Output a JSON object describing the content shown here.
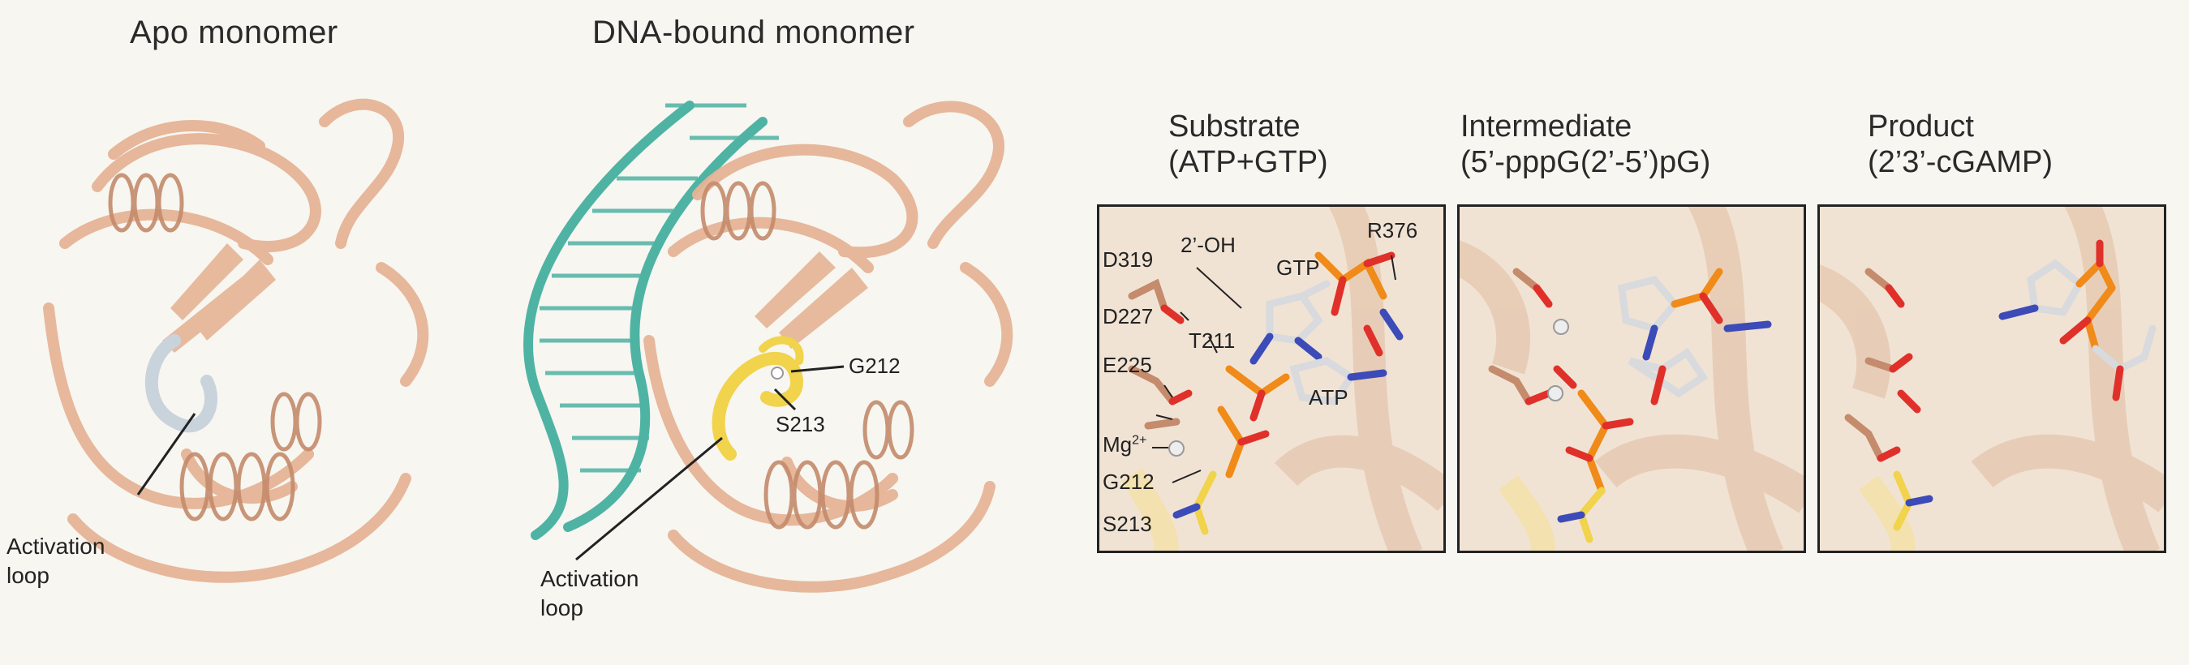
{
  "titles": {
    "apo": "Apo monomer",
    "dna_bound": "DNA-bound monomer"
  },
  "callouts": {
    "activation_loop_apo": "Activation\nloop",
    "activation_loop_dna": "Activation\nloop",
    "g212": "G212",
    "s213": "S213"
  },
  "panels": [
    {
      "title": "Substrate\n(ATP+GTP)"
    },
    {
      "title": "Intermediate\n(5’-pppG(2’-5’)pG)"
    },
    {
      "title": "Product\n(2’3’-cGAMP)"
    }
  ],
  "substrate_labels": {
    "d319": "D319",
    "oh": "2’-OH",
    "gtp": "GTP",
    "r376": "R376",
    "d227": "D227",
    "t211": "T211",
    "e225": "E225",
    "atp": "ATP",
    "mg": "Mg",
    "mg_sup": "2+",
    "g212": "G212",
    "s213": "S213"
  },
  "colors": {
    "protein": "#e6b496",
    "protein_dark": "#c48b6c",
    "dna": "#4fb3a4",
    "loop_apo": "#c9d3dc",
    "loop_dna": "#f1d34c",
    "phosphate": "#f08a18",
    "oxygen": "#e0302a",
    "nitrogen": "#3c4bb8",
    "carbon": "#d8dadd"
  }
}
